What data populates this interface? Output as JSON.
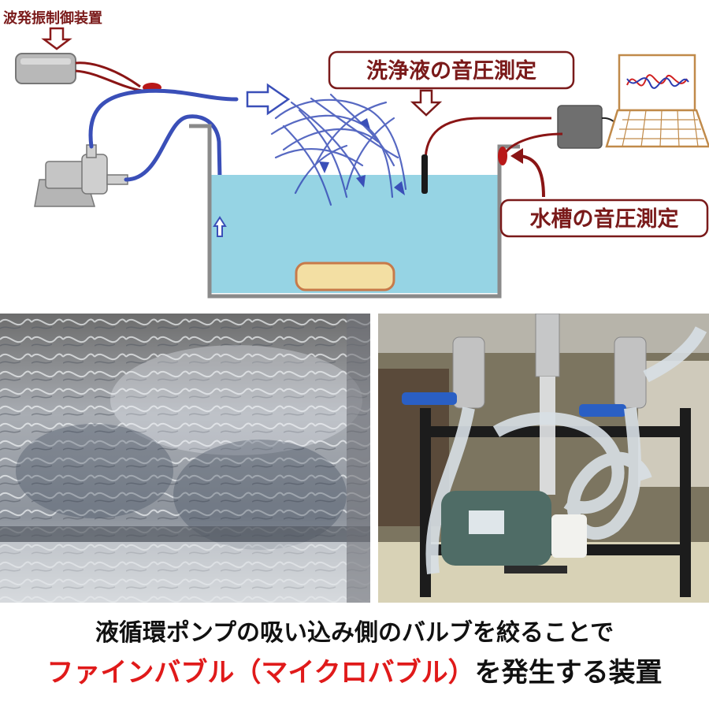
{
  "diagram": {
    "controller_label": "波発振制御装置",
    "cleaning_label": "洗浄液の音圧測定",
    "tank_label": "水槽の音圧測定"
  },
  "caption": {
    "line1": "液循環ポンプの吸い込み側のバルブを絞ることで",
    "line2_highlight": "ファインバブル（マイクロバブル）",
    "line2_rest": "を発生する装置"
  },
  "colors": {
    "water": "#96d4e4",
    "pipe_blue": "#3a4fb8",
    "cable_red": "#8a1515",
    "label_border": "#7a1a1a",
    "highlight_red": "#e01a1a"
  },
  "icons": [
    "down-arrow-icon",
    "right-arrow-icon",
    "up-arrow-icon",
    "laptop-icon",
    "pump-icon",
    "sensor-icon"
  ]
}
